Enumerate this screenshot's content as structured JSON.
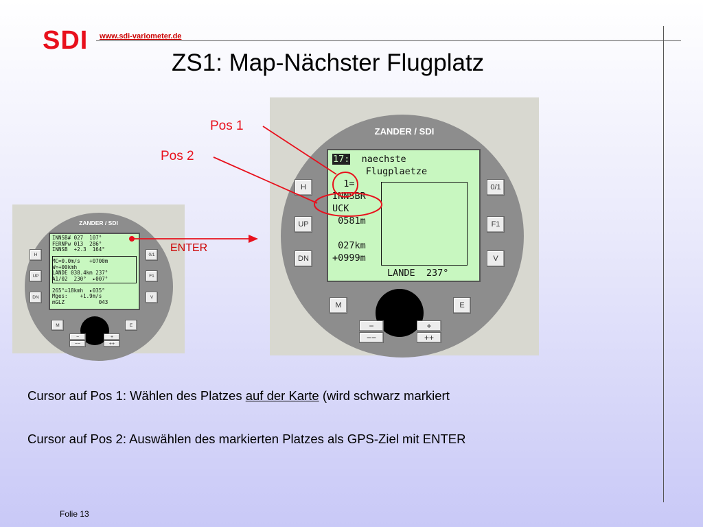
{
  "header": {
    "logo": "SDI",
    "url": "www.sdi-variometer.de",
    "title": "ZS1: Map-Nächster Flugplatz"
  },
  "annotations": {
    "pos1": "Pos 1",
    "pos2": "Pos 2",
    "enter": "ENTER"
  },
  "device_big": {
    "title": "ZANDER / SDI",
    "tag": "17:",
    "line1_rest": "  naechste",
    "line2": "      Flugplaetze",
    "line3": "  1=",
    "line4": "INNSBR",
    "line5": "UCK",
    "line6": " 0581m",
    "line7": "",
    "line8": " 027km",
    "line9": "+0999m",
    "lande": "LANDE  237°",
    "buttons_left": [
      "H",
      "UP",
      "DN"
    ],
    "buttons_right": [
      "0/1",
      "F1",
      "V"
    ],
    "button_m": "M",
    "button_e": "E",
    "buttons_bottom": [
      "−",
      "+",
      "−−",
      "++"
    ]
  },
  "device_small": {
    "title": "ZANDER / SDI",
    "lines": [
      "INNSB# 027  107°",
      "FERNPw 013  286°",
      "INNSB  +2.3  164°",
      "",
      "MC=0.0m/s   +0700m",
      "W=+00kmh",
      "LANDE 038.4km 237°",
      "A1/02  230°  ▸007°",
      "",
      "265°=18kmh  ▸035°",
      "Mges:    +1.9m/s",
      "mGLZ           043"
    ],
    "buttons_left": [
      "H",
      "UP",
      "DN"
    ],
    "buttons_right": [
      "0/1",
      "F1",
      "V"
    ],
    "button_m": "M",
    "button_e": "E",
    "buttons_bottom": [
      "−",
      "+",
      "−−",
      "++"
    ]
  },
  "captions": {
    "line1_start": "Cursor auf Pos 1: Wählen des Platzes ",
    "line1_underlined": "auf der Karte",
    "line1_end": " (wird schwarz markiert",
    "line2": "Cursor auf Pos 2: Auswählen des markierten Platzes als GPS-Ziel mit ENTER"
  },
  "footer": {
    "slide_label": "Folie 13"
  },
  "colors": {
    "accent_red": "#e8101c",
    "lcd_green": "#c8f7c0",
    "bezel_gray": "#8d8d8d"
  }
}
